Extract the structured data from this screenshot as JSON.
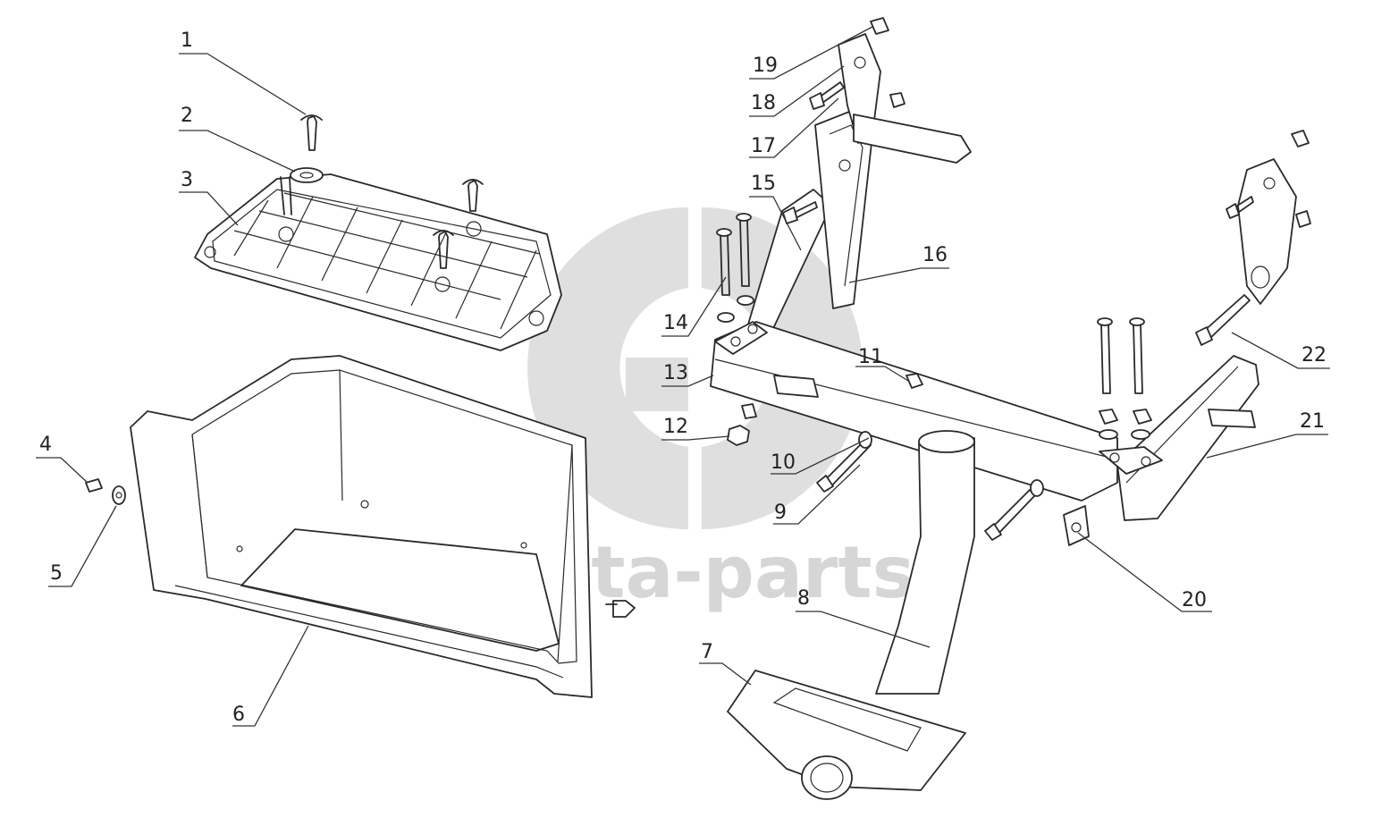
{
  "watermark": {
    "text": "data-parts",
    "color": "#d6d6d6"
  },
  "callouts": [
    {
      "id": "1",
      "text": "1"
    },
    {
      "id": "2",
      "text": "2"
    },
    {
      "id": "3",
      "text": "3"
    },
    {
      "id": "4",
      "text": "4"
    },
    {
      "id": "5",
      "text": "5"
    },
    {
      "id": "6",
      "text": "6"
    },
    {
      "id": "7",
      "text": "7"
    },
    {
      "id": "8",
      "text": "8"
    },
    {
      "id": "9",
      "text": "9"
    },
    {
      "id": "10",
      "text": "10"
    },
    {
      "id": "11",
      "text": "11"
    },
    {
      "id": "12",
      "text": "12"
    },
    {
      "id": "13",
      "text": "13"
    },
    {
      "id": "14",
      "text": "14"
    },
    {
      "id": "15",
      "text": "15"
    },
    {
      "id": "16",
      "text": "16"
    },
    {
      "id": "17",
      "text": "17"
    },
    {
      "id": "18",
      "text": "18"
    },
    {
      "id": "19",
      "text": "19"
    },
    {
      "id": "20",
      "text": "20"
    },
    {
      "id": "21",
      "text": "21"
    },
    {
      "id": "22",
      "text": "22"
    }
  ]
}
